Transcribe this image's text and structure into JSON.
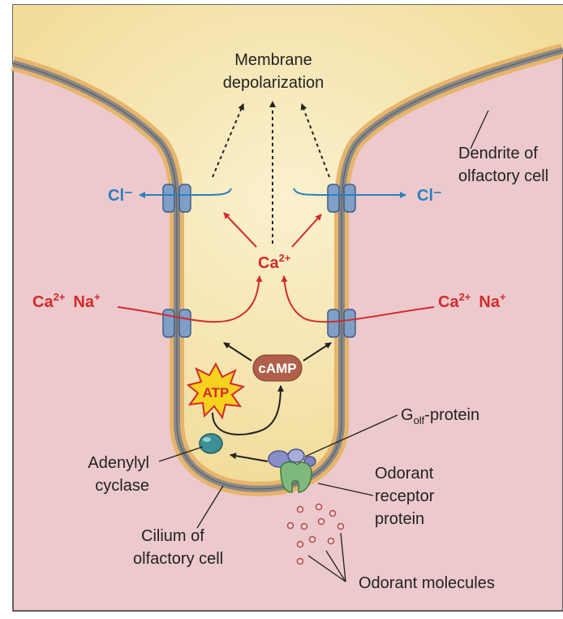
{
  "labels": {
    "membrane_line1": "Membrane",
    "membrane_line2": "depolarization",
    "dendrite_line1": "Dendrite of",
    "dendrite_line2": "olfactory cell",
    "cl_left": "Cl⁻",
    "cl_right": "Cl⁻",
    "ca_center": "Ca",
    "ca_center_sup": "2+",
    "ions_left_ca": "Ca",
    "ions_left_ca_sup": "2+",
    "ions_left_na": "Na",
    "ions_left_na_sup": "+",
    "ions_right_ca": "Ca",
    "ions_right_ca_sup": "2+",
    "ions_right_na": "Na",
    "ions_right_na_sup": "+",
    "camp": "cAMP",
    "atp": "ATP",
    "golf_g": "G",
    "golf_sub": "olf",
    "golf_rest": "-protein",
    "adenylyl_line1": "Adenylyl",
    "adenylyl_line2": "cyclase",
    "odorant_receptor_line1": "Odorant",
    "odorant_receptor_line2": "receptor",
    "odorant_receptor_line3": "protein",
    "cilium_line1": "Cilium of",
    "cilium_line2": "olfactory cell",
    "odorant_molecules": "Odorant molecules"
  },
  "colors": {
    "background_tissue": "#ecc9cc",
    "cytoplasm": "#f7e7b4",
    "membrane_outer": "#e0a45a",
    "membrane_core": "#8a8a8a",
    "channel": "#7f9fc6",
    "red_ion": "#d42a2a",
    "blue_ion": "#2a7fc0",
    "camp_fill": "#b0604a",
    "atp_fill": "#f6d21e",
    "atp_text": "#d42a2a",
    "cyclase": "#3e8f96",
    "receptor": "#7fb87c",
    "g_protein": "#8a8fc8",
    "odorant_dot": "#c85a5a"
  },
  "icons": [
    "ion-channel-icon",
    "atp-starburst-icon",
    "adenylyl-cyclase-icon",
    "g-protein-icon",
    "odorant-receptor-icon",
    "odorant-molecule-icon"
  ]
}
